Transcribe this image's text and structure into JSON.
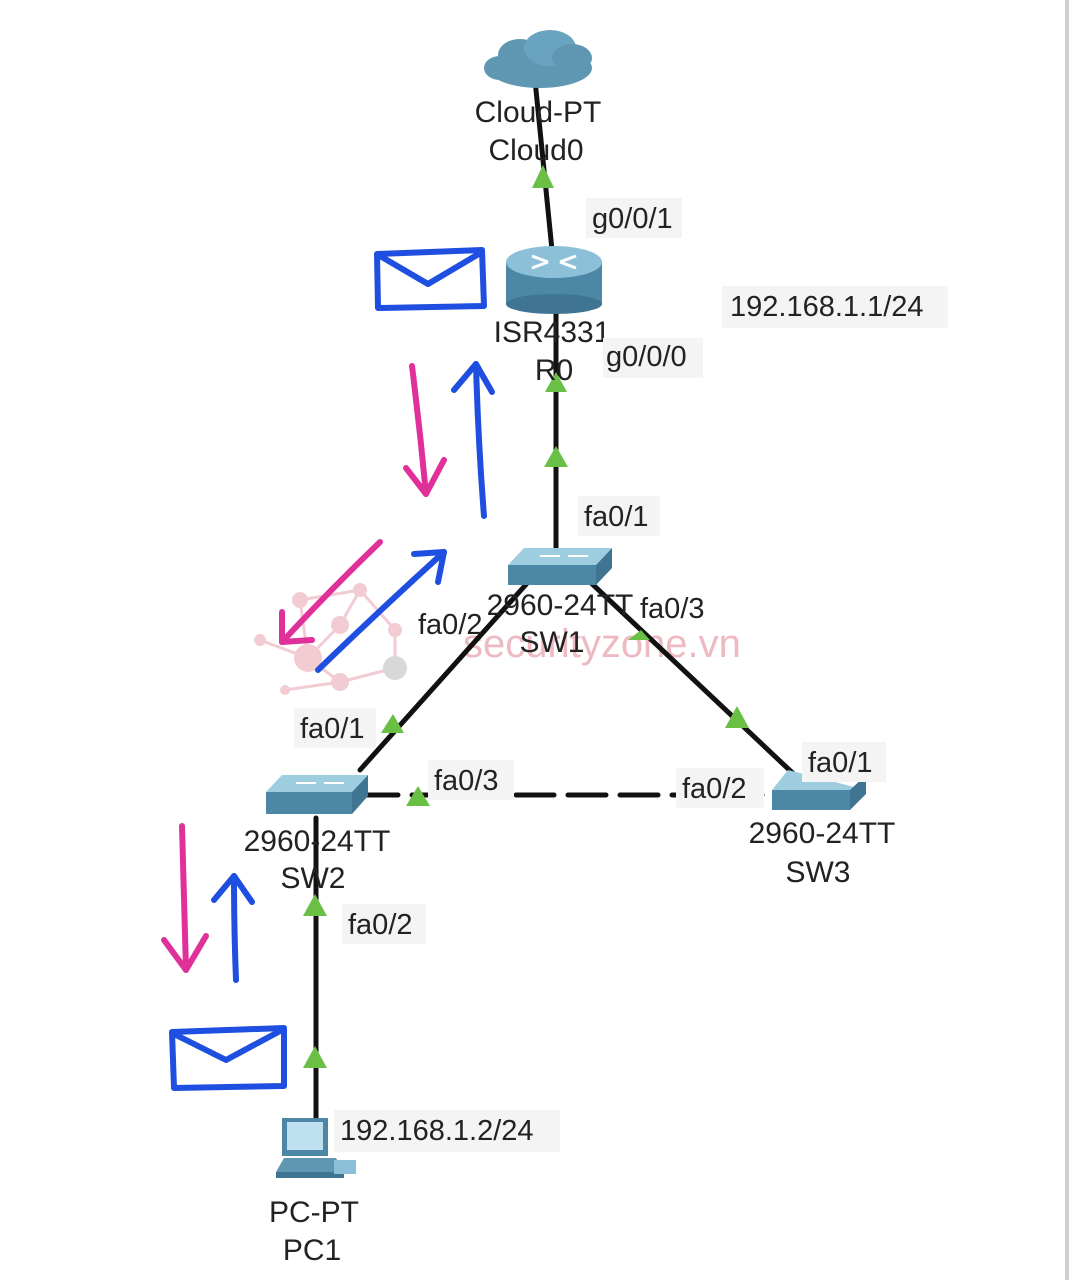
{
  "colors": {
    "link": "#111111",
    "port_indicator": "#6abf45",
    "device_blue": "#5f97b3",
    "annotation_blue": "#1f4fe0",
    "annotation_pink": "#e0309a",
    "watermark": "#e8a3ae"
  },
  "devices": {
    "cloud": {
      "model": "Cloud-PT",
      "name": "Cloud0",
      "icon": "cloud-icon"
    },
    "router": {
      "model": "ISR4331",
      "name": "R0",
      "icon": "router-icon"
    },
    "sw1": {
      "model": "2960-24TT",
      "name": "SW1",
      "icon": "switch-icon"
    },
    "sw2": {
      "model": "2960-24TT",
      "name": "SW2",
      "icon": "switch-icon"
    },
    "sw3": {
      "model": "2960-24TT",
      "name": "SW3",
      "icon": "switch-icon"
    },
    "pc": {
      "model": "PC-PT",
      "name": "PC1",
      "icon": "pc-icon"
    }
  },
  "ports": {
    "r0_g001": "g0/0/1",
    "r0_g000": "g0/0/0",
    "sw1_fa01": "fa0/1",
    "sw1_fa02": "fa0/2",
    "sw1_fa03": "fa0/3",
    "sw2_fa01": "fa0/1",
    "sw2_fa03": "fa0/3",
    "sw2_fa02": "fa0/2",
    "sw3_fa02": "fa0/2",
    "sw3_fa01": "fa0/1"
  },
  "addresses": {
    "router_ip": "192.168.1.1/24",
    "pc_ip": "192.168.1.2/24"
  },
  "watermark": "securityzone.vn"
}
